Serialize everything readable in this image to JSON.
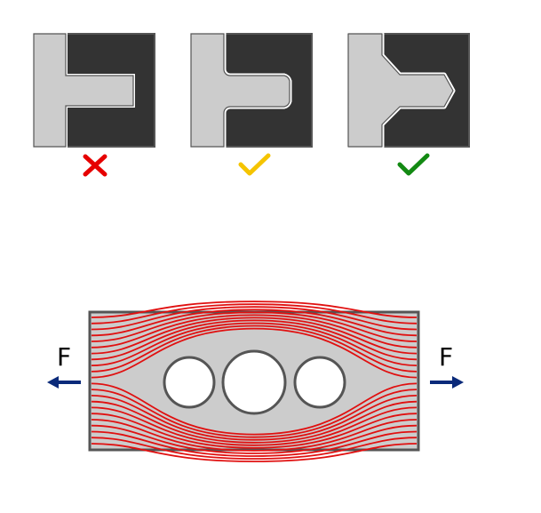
{
  "colors": {
    "light_part": "#cccccc",
    "dark_part": "#333333",
    "outline": "#555555",
    "gap": "#ffffff",
    "bad_mark": "#e60000",
    "ok_mark": "#f5c400",
    "good_mark": "#138a13",
    "stress_line": "#e01010",
    "force_arrow": "#0a2a7a",
    "plate": "#cccccc"
  },
  "joints": [
    {
      "variant": "sharp-corner",
      "verdict": "bad",
      "mark_icon": "cross-icon"
    },
    {
      "variant": "rounded-undercut",
      "verdict": "ok",
      "mark_icon": "check-icon"
    },
    {
      "variant": "chamfered-fillet",
      "verdict": "good",
      "mark_icon": "check-icon"
    }
  ],
  "stress_plate": {
    "left_force_label": "F",
    "right_force_label": "F",
    "holes": 3,
    "flow_lines": 22
  }
}
